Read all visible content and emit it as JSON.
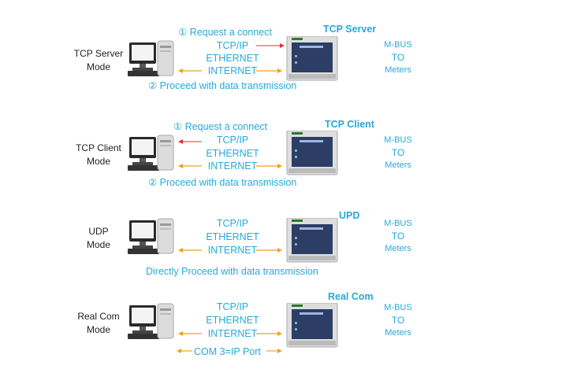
{
  "colors": {
    "accent": "#27a9d8",
    "orange_arrow": "#f0a020",
    "red_arrow": "#e03030"
  },
  "rows": [
    {
      "mode": [
        "TCP Server",
        "Mode"
      ],
      "device_title": "TCP Server",
      "step1": "① Request a connect",
      "net": [
        "TCP/IP",
        "ETHERNET",
        "INTERNET"
      ],
      "step2": "② Proceed with data transmission",
      "mbus": [
        "M-BUS",
        "TO",
        "Meters"
      ]
    },
    {
      "mode": [
        "TCP Client",
        "Mode"
      ],
      "device_title": "TCP Client",
      "step1": "① Request a connect",
      "net": [
        "TCP/IP",
        "ETHERNET",
        "INTERNET"
      ],
      "step2": "② Proceed with data transmission",
      "mbus": [
        "M-BUS",
        "TO",
        "Meters"
      ]
    },
    {
      "mode": [
        "UDP",
        "Mode"
      ],
      "device_title": "UPD",
      "net": [
        "TCP/IP",
        "ETHERNET",
        "INTERNET"
      ],
      "step2": "Directly Proceed with data transmission",
      "mbus": [
        "M-BUS",
        "TO",
        "Meters"
      ]
    },
    {
      "mode": [
        "Real Com",
        "Mode"
      ],
      "device_title": "Real Com",
      "net": [
        "TCP/IP",
        "ETHERNET",
        "INTERNET"
      ],
      "step2": "COM 3=IP Port",
      "mbus": [
        "M-BUS",
        "TO",
        "Meters"
      ]
    }
  ]
}
